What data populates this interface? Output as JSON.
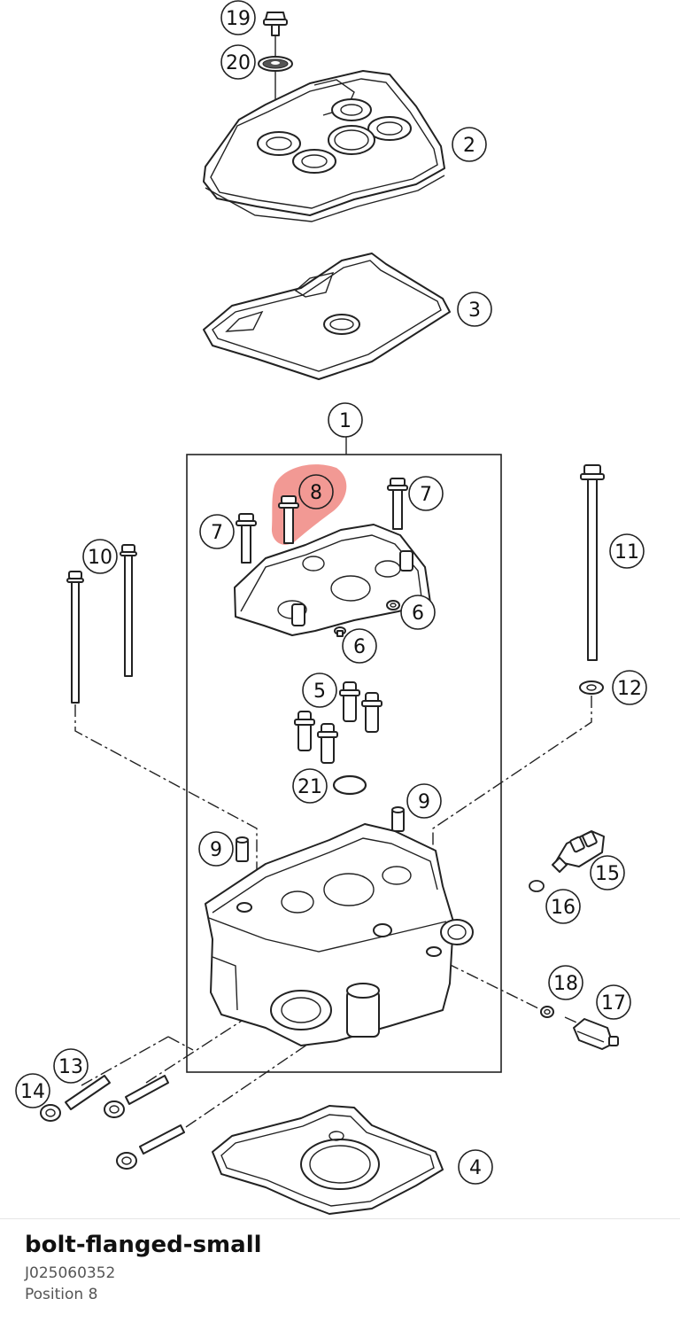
{
  "callouts": [
    "19",
    "20",
    "2",
    "3",
    "1",
    "8",
    "7",
    "7",
    "10",
    "11",
    "6",
    "6",
    "5",
    "12",
    "21",
    "9",
    "9",
    "15",
    "16",
    "18",
    "17",
    "13",
    "14",
    "4"
  ],
  "selected": {
    "name": "bolt-flanged-small",
    "part_number": "J025060352",
    "position": "Position 8",
    "highlight_color": "#e8453c"
  }
}
